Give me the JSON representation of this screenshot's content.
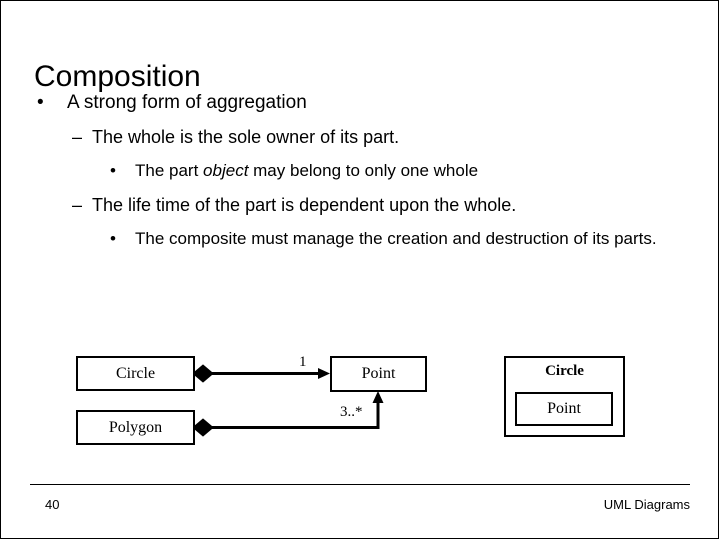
{
  "slide": {
    "title": "Composition",
    "bullets": [
      {
        "level": 1,
        "marker": "•",
        "text": "A strong form of aggregation"
      },
      {
        "level": 2,
        "marker": "–",
        "text": "The whole is the sole owner of its part."
      },
      {
        "level": 3,
        "marker": "•",
        "text_before": "The part ",
        "emphasis": "object",
        "text_after": " may belong to only one whole"
      },
      {
        "level": 2,
        "marker": "–",
        "text": "The life time of the part is dependent upon the whole."
      },
      {
        "level": 3,
        "marker": "•",
        "text": "The composite must manage the creation and destruction of its parts."
      }
    ],
    "diagram": {
      "left_figure": {
        "classes": [
          {
            "name": "Circle"
          },
          {
            "name": "Polygon"
          },
          {
            "name": "Point"
          }
        ],
        "associations": [
          {
            "from": "Circle",
            "to": "Point",
            "multiplicity": "1",
            "kind": "composition"
          },
          {
            "from": "Polygon",
            "to": "Point",
            "multiplicity": "3..*",
            "kind": "composition"
          }
        ]
      },
      "right_figure": {
        "outer_class": "Circle",
        "inner_class": "Point"
      }
    },
    "footer": {
      "page_number": "40",
      "note": "UML Diagrams"
    },
    "colors": {
      "ink": "#000000",
      "paper": "#ffffff"
    }
  }
}
